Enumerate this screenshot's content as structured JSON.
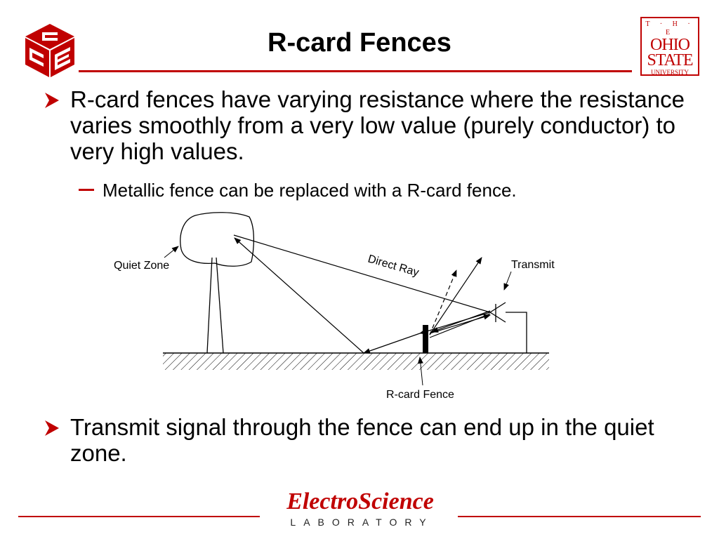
{
  "slide": {
    "title": "R-card Fences",
    "bullets": [
      {
        "text": "R-card fences have varying resistance where the resistance varies smoothly from a very low value (purely conductor) to very high values."
      },
      {
        "text": "Transmit signal through the fence can end up in the quiet zone."
      }
    ],
    "sub_bullets": [
      {
        "text": "Metallic fence can be replaced with a R-card fence."
      }
    ]
  },
  "diagram": {
    "labels": {
      "quiet_zone": "Quiet Zone",
      "direct_ray": "Direct Ray",
      "transmit_antenna": "Transmit Antenna",
      "rcard_fence": "R-card Fence"
    }
  },
  "logos": {
    "osu": {
      "line1": "T · H · E",
      "line2": "OHIO",
      "line3": "STATE",
      "line4": "UNIVERSITY"
    },
    "footer": {
      "name": "ElectroScience",
      "sub": "LABORATORY"
    }
  },
  "colors": {
    "accent": "#c00000",
    "text": "#000000",
    "background": "#ffffff"
  }
}
